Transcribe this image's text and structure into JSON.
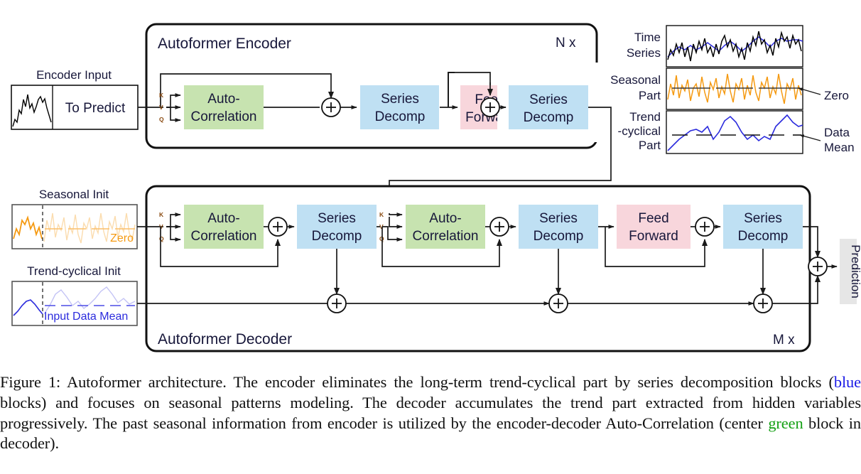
{
  "figure": {
    "title": "Autoformer architecture",
    "encoder": {
      "title": "Autoformer Encoder",
      "repeat": "N x",
      "input_label": "Encoder Input",
      "input_segment": "To Predict",
      "blocks": [
        {
          "id": "enc-autocorrelation",
          "line1": "Auto-",
          "line2": "Correlation",
          "color": "#c7e3b0"
        },
        {
          "id": "enc-series-decomp-1",
          "line1": "Series",
          "line2": "Decomp",
          "color": "#bfe0f3"
        },
        {
          "id": "enc-feed-forward",
          "line1": "Feed",
          "line2": "Forward",
          "color": "#f8d6dc"
        },
        {
          "id": "enc-series-decomp-2",
          "line1": "Series",
          "line2": "Decomp",
          "color": "#bfe0f3"
        }
      ],
      "qkv": [
        "K",
        "V",
        "Q"
      ],
      "plus": "+"
    },
    "decoder": {
      "title": "Autoformer Decoder",
      "repeat": "M x",
      "seasonal_init_label": "Seasonal Init",
      "seasonal_init_annotation": "Zero",
      "trend_init_label": "Trend-cyclical Init",
      "trend_init_annotation": "Input Data Mean",
      "output_label": "Prediction",
      "blocks": [
        {
          "id": "dec-autocorrelation-1",
          "line1": "Auto-",
          "line2": "Correlation",
          "color": "#c7e3b0"
        },
        {
          "id": "dec-series-decomp-1",
          "line1": "Series",
          "line2": "Decomp",
          "color": "#bfe0f3"
        },
        {
          "id": "dec-autocorrelation-2",
          "line1": "Auto-",
          "line2": "Correlation",
          "color": "#c7e3b0"
        },
        {
          "id": "dec-series-decomp-2",
          "line1": "Series",
          "line2": "Decomp",
          "color": "#bfe0f3"
        },
        {
          "id": "dec-feed-forward",
          "line1": "Feed",
          "line2": "Forward",
          "color": "#f8d6dc"
        },
        {
          "id": "dec-series-decomp-3",
          "line1": "Series",
          "line2": "Decomp",
          "color": "#bfe0f3"
        }
      ],
      "qkv": [
        "K",
        "V",
        "Q"
      ],
      "plus": "+"
    },
    "legend_panels": [
      {
        "id": "time-series",
        "label_line1": "Time",
        "label_line2": "Series",
        "annotation": ""
      },
      {
        "id": "seasonal-part",
        "label_line1": "Seasonal",
        "label_line2": "Part",
        "annotation": "Zero"
      },
      {
        "id": "trend-cyclical-part",
        "label_line1": "Trend",
        "label_line2": "-cyclical",
        "label_line3": "Part",
        "annotation_line1": "Data",
        "annotation_line2": "Mean"
      }
    ],
    "colors": {
      "auto_correlation": "#c7e3b0",
      "series_decomp": "#bfe0f3",
      "feed_forward": "#f8d6dc",
      "seasonal_orange": "#f59a12",
      "trend_blue": "#2b2bdd",
      "raw_black": "#000000",
      "prediction_bg": "#e6e6e6"
    }
  },
  "caption": {
    "prefix": "Figure 1: ",
    "s1": "Autoformer architecture. The encoder eliminates the long-term trend-cyclical part by series decomposition blocks (",
    "blue": "blue",
    "s2": " blocks) and focuses on seasonal patterns modeling. The decoder accumulates the trend part extracted from hidden variables progressively. The past seasonal information from encoder is utilized by the encoder-decoder Auto-Correlation (center ",
    "green": "green",
    "s3": " block in decoder)."
  }
}
